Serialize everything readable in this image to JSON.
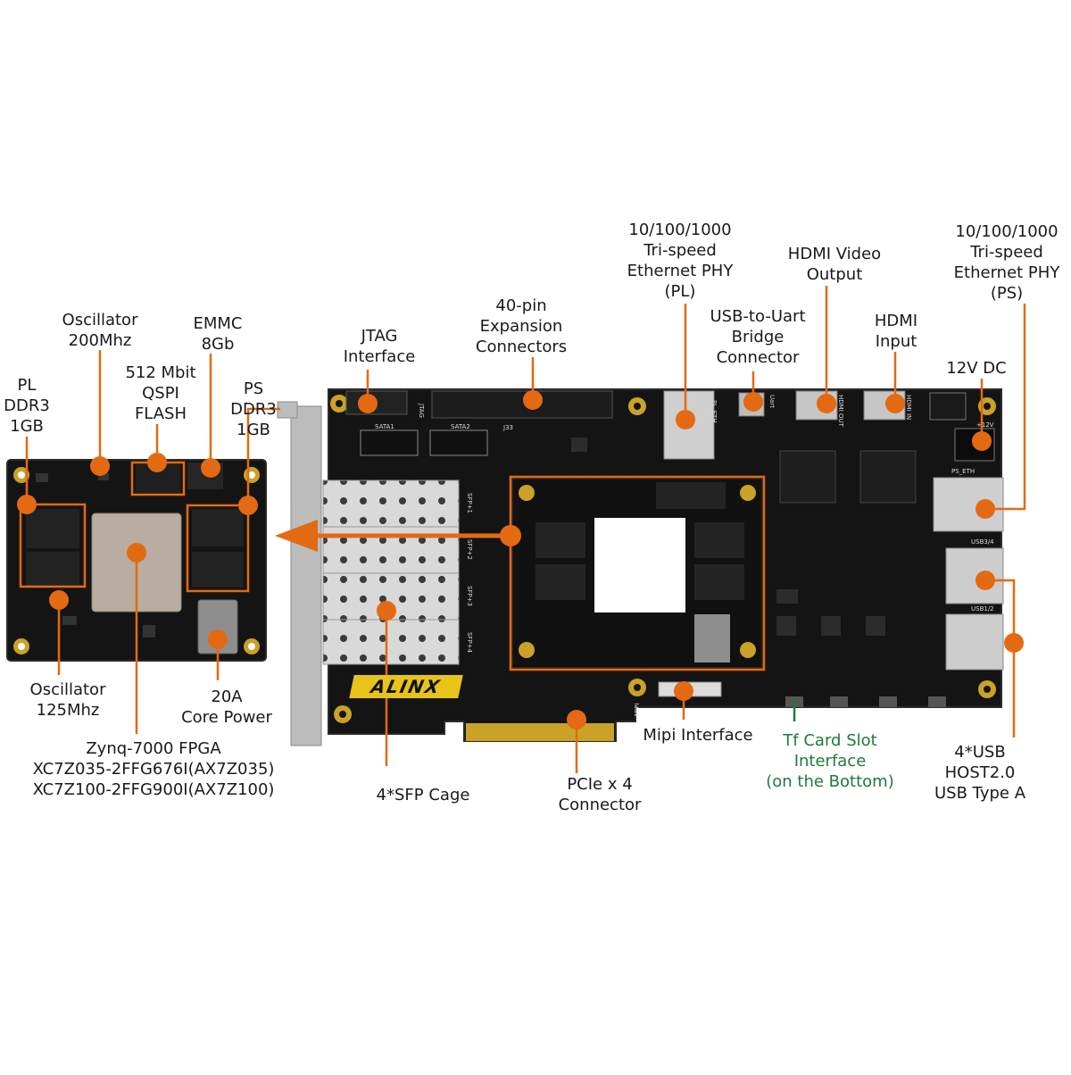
{
  "colors": {
    "accent": "#e36a12",
    "board": "#141414",
    "board_edge": "#2a2a2a",
    "gold": "#c9a227",
    "brand_yellow": "#e8c31a",
    "interface_green": "#1f7a3a",
    "text": "#1a1a1a"
  },
  "brand": "ALINX",
  "labels": {
    "pl_ddr3": "PL\nDDR3\n1GB",
    "osc_200": "Oscillator\n200Mhz",
    "qspi": "512 Mbit\nQSPI\nFLASH",
    "emmc": "EMMC\n8Gb",
    "ps_ddr3": "PS\nDDR3\n1GB",
    "osc_125": "Oscillator\n125Mhz",
    "core_power": "20A\nCore Power",
    "fpga": "Zynq-7000 FPGA\nXC7Z035-2FFG676I(AX7Z035)\nXC7Z100-2FFG900I(AX7Z100)",
    "jtag": "JTAG\nInterface",
    "expansion": "40-pin\nExpansion\nConnectors",
    "eth_pl": "10/100/1000\nTri-speed\nEthernet PHY\n(PL)",
    "usb_uart": "USB-to-Uart\nBridge\nConnector",
    "hdmi_out": "HDMI Video\nOutput",
    "hdmi_in": "HDMI\nInput",
    "eth_ps": "10/100/1000\nTri-speed\nEthernet PHY\n(PS)",
    "dc12": "12V DC",
    "sfp": "4*SFP Cage",
    "pcie": "PCIe x 4\nConnector",
    "mipi": "Mipi Interface",
    "tf": "Tf Card Slot\nInterface\n(on the Bottom)",
    "usb_host": "4*USB\nHOST2.0\nUSB Type A"
  },
  "silkscreen": {
    "sata1": "SATA1",
    "sata2": "SATA2",
    "jtag": "JTAG",
    "j33": "J33",
    "pl_eth": "PL_ETH",
    "uart": "Uart",
    "hdmi_out": "HDMI OUT",
    "hdmi_in": "HDMI IN",
    "dc12": "+12V",
    "ps_eth": "PS_ETH",
    "usb34": "USB3/4",
    "usb12": "USB1/2",
    "sfp1": "SFP+1",
    "sfp2": "SFP+2",
    "sfp3": "SFP+3",
    "sfp4": "SFP+4",
    "mipi": "MIPI"
  }
}
